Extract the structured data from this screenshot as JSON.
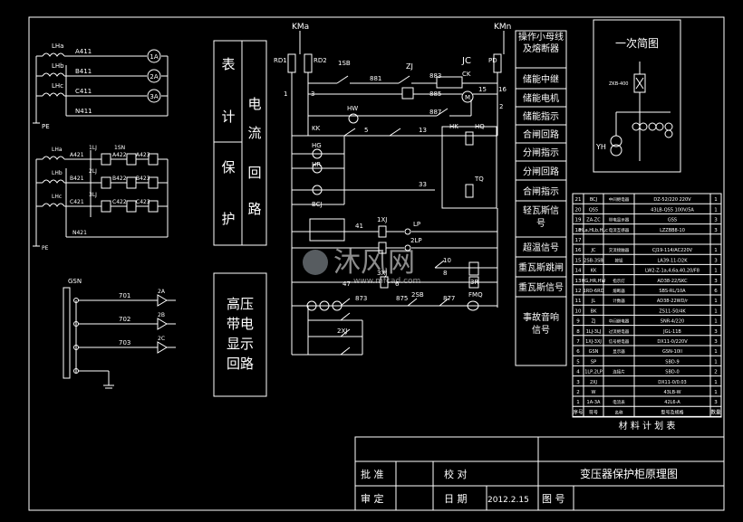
{
  "bus": {
    "left": "KMa",
    "right": "KMn"
  },
  "ammeters": [
    "1A",
    "2A",
    "3A"
  ],
  "current_section": {
    "phase_labels": [
      "LHa",
      "LHb",
      "LHc"
    ],
    "wire_labels": [
      "A411",
      "B411",
      "C411",
      "N411"
    ],
    "ground": "PE"
  },
  "protection_section": {
    "phase_labels": [
      "LHa",
      "LHb",
      "LHc"
    ],
    "wire_labels": [
      "A421",
      "B421",
      "C421",
      "N421"
    ],
    "relay_labels": [
      "1LJ",
      "A422",
      "A423",
      "2LJ",
      "B422",
      "B423",
      "3LJ",
      "C422",
      "C423",
      "1SN"
    ],
    "ground": "PE"
  },
  "voltage_section": {
    "device": "GSN",
    "wires": [
      "701",
      "702",
      "703"
    ],
    "lamps": [
      "2A",
      "2B",
      "2C"
    ]
  },
  "side_labels": {
    "meter": [
      "表",
      "计"
    ],
    "protect": [
      "保",
      "护"
    ],
    "current_loop": [
      "电",
      "流",
      "回",
      "路"
    ],
    "hv_display": [
      "高压",
      "带电",
      "显示",
      "回路"
    ]
  },
  "circuit_labels": [
    "RD1",
    "RD2",
    "1SB",
    "ZJ",
    "JC",
    "PD",
    "1",
    "3",
    "881",
    "883",
    "885",
    "887",
    "CK",
    "15",
    "M",
    "16",
    "2",
    "HW",
    "KK",
    "HQ",
    "HG",
    "HR",
    "5",
    "13",
    "HK",
    "BCJ",
    "TQ",
    "33",
    "1XJ",
    "LP",
    "41",
    "2LP",
    "3XJ",
    "10",
    "47",
    "6",
    "8",
    "873",
    "875",
    "877",
    "2SB",
    "FMQ",
    "2XJ",
    "3R"
  ],
  "function_list": [
    "操作小母线及熔断器",
    "储能中继",
    "储能电机",
    "储能指示",
    "合闸回路",
    "分闸指示",
    "分闸回路",
    "合闸指示",
    "轻瓦斯信号",
    "超温信号",
    "重瓦斯跳闸",
    "重瓦斯信号",
    "事故音响信号"
  ],
  "primary_diagram": {
    "title": "一次简图",
    "label": "YH",
    "tag": "ZKB-400"
  },
  "material_table": {
    "title": "材 料 计 划 表",
    "footer": [
      "序号",
      "符号",
      "名称",
      "型号及规格",
      "数量"
    ],
    "rows": [
      [
        "21",
        "BCJ",
        "中间继电器",
        "DZ-52/220 220V",
        "1"
      ],
      [
        "20",
        "QS5",
        "",
        "43LB-QS5 100V/5A",
        "1"
      ],
      [
        "19",
        "ZA-ZC",
        "带电显示器",
        "GSS",
        "3"
      ],
      [
        "18",
        "HLa,HLb,HLc",
        "电流互感器",
        "LZZBB8-10",
        "3"
      ],
      [
        "17",
        "",
        "",
        "",
        ""
      ],
      [
        "16",
        "JC",
        "交流接触器",
        "CJ19-114/AC220V",
        "1"
      ],
      [
        "15",
        "2SB-3SB",
        "按钮",
        "LA39-11-D2K",
        "3"
      ],
      [
        "14",
        "KK",
        "",
        "LW2-Z-1a,4,6a,40,20/F8",
        "1"
      ],
      [
        "13",
        "HG,HR,HW",
        "指示灯",
        "AD38-22/SKC",
        "3"
      ],
      [
        "12",
        "1RD-6RD",
        "熔断器",
        "SBS-RL/10A",
        "6"
      ],
      [
        "11",
        "JL",
        "计数器",
        "AD38-22WD/r",
        "1"
      ],
      [
        "10",
        "BK",
        "",
        "ZS11-50/4K",
        "1"
      ],
      [
        "9",
        "ZJ",
        "中间继电器",
        "SNR-4/220",
        "1"
      ],
      [
        "8",
        "1LJ-3LJ",
        "过流继电器",
        "JGL-11B",
        "3"
      ],
      [
        "7",
        "1XJ-3XJ",
        "信号继电器",
        "DX11-0/220V",
        "3"
      ],
      [
        "6",
        "GSN",
        "显示器",
        "GSN-10II",
        "1"
      ],
      [
        "5",
        "SP",
        "",
        "SBD-9",
        "1"
      ],
      [
        "4",
        "1LP,2LP",
        "连接片",
        "SBD-0",
        "2"
      ],
      [
        "3",
        "2XJ",
        "",
        "DX11-0/0.03",
        "1"
      ],
      [
        "2",
        "W",
        "",
        "43LB-W",
        "1"
      ],
      [
        "1",
        "1A-3A",
        "电流表",
        "42L6-A",
        "3"
      ]
    ]
  },
  "title_block": {
    "approve": "批 准",
    "check": "校 对",
    "review": "审 定",
    "date_label": "日 期",
    "date_value": "2012.2.15",
    "drawing_no": "图 号",
    "drawing_title": "变压器保护柜原理图"
  },
  "watermark": {
    "brand": "沐风网",
    "url": "www.mfcad.com"
  }
}
